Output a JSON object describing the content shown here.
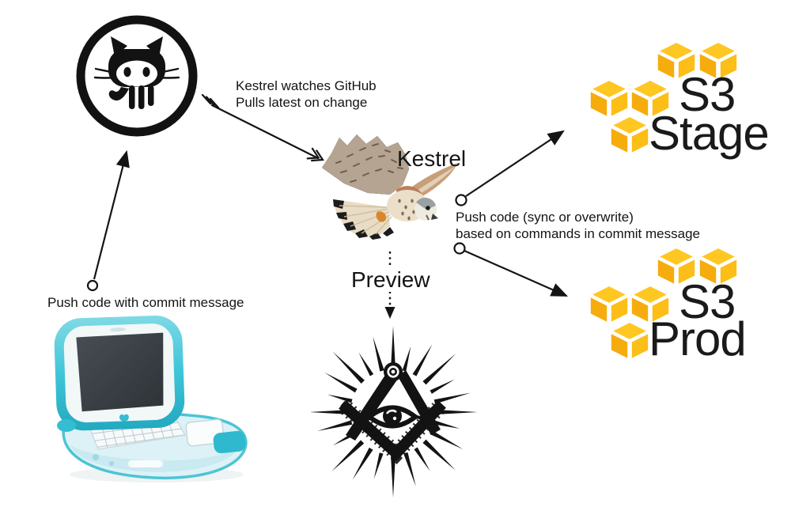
{
  "diagram": {
    "kestrel": {
      "label": "Kestrel"
    },
    "preview": {
      "label": "Preview"
    },
    "s3_stage": {
      "service": "S3",
      "env": "Stage"
    },
    "s3_prod": {
      "service": "S3",
      "env": "Prod"
    },
    "annotations": {
      "watch": {
        "line1": "Kestrel watches GitHub",
        "line2": "Pulls latest on change"
      },
      "push": {
        "line1": "Push code (sync or overwrite)",
        "line2": "based on commands in commit message"
      },
      "commit": {
        "line1": "Push code with commit message"
      }
    },
    "colors": {
      "aws_yellow": "#FCBE17",
      "ink": "#141414",
      "ibook_teal": "#3EC5D8"
    }
  }
}
